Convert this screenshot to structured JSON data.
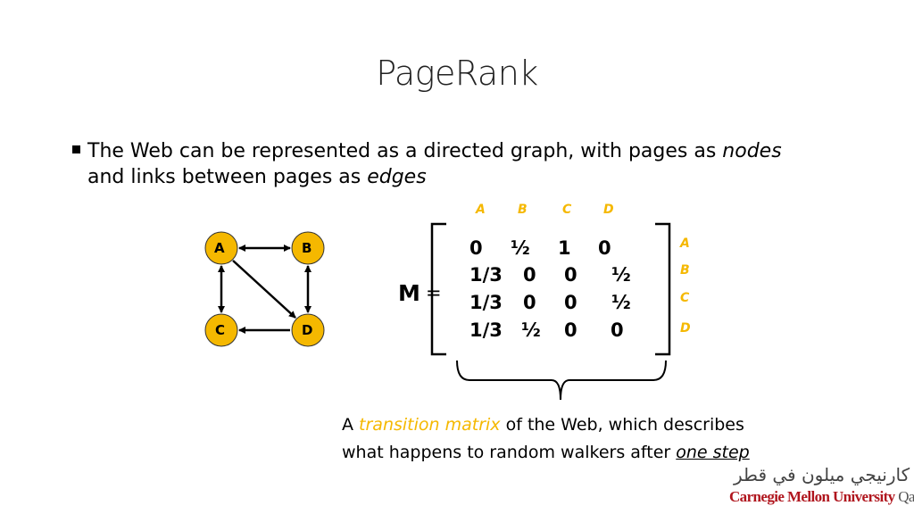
{
  "title": "PageRank",
  "bullet": {
    "part1": "The Web can be represented as a directed graph, with pages as ",
    "nodes_word": "nodes",
    "part2": "and links between pages as ",
    "edges_word": "edges"
  },
  "graph": {
    "nodes": [
      "A",
      "B",
      "C",
      "D"
    ],
    "edges": [
      [
        "A",
        "B",
        "both"
      ],
      [
        "A",
        "C",
        "both"
      ],
      [
        "A",
        "D",
        "forward"
      ],
      [
        "B",
        "D",
        "both"
      ],
      [
        "D",
        "C",
        "forward"
      ]
    ],
    "node_color": "#f5b800"
  },
  "matrix": {
    "label": "M",
    "equals": "=",
    "col_labels": [
      "A",
      "B",
      "C",
      "D"
    ],
    "row_labels": [
      "A",
      "B",
      "C",
      "D"
    ],
    "rows": [
      [
        "0",
        "½",
        "1",
        "0"
      ],
      [
        "1/3",
        "0",
        "0",
        "½"
      ],
      [
        "1/3",
        "0",
        "0",
        "½"
      ],
      [
        "1/3",
        "½",
        "0",
        "0"
      ]
    ]
  },
  "caption": {
    "a": "A ",
    "term": "transition matrix",
    "rest1": " of the Web, which describes",
    "line2": "what happens to random walkers after ",
    "one_step": "one step"
  },
  "logo": {
    "arabic": "جامعة كارنيجي ميلون في قطر",
    "name": "Carnegie Mellon University",
    "campus": "Qatar"
  },
  "accent_color": "#f5b800"
}
